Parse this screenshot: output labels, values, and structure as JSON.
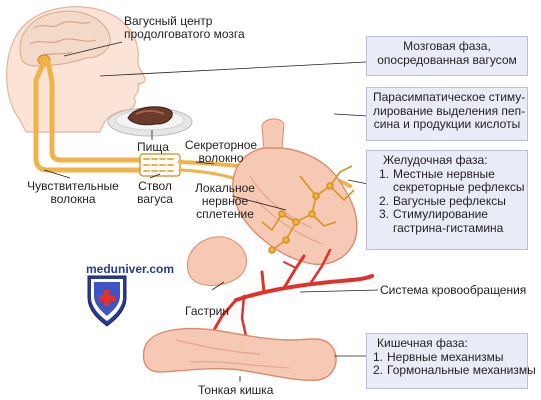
{
  "labels": {
    "vagus_center": [
      "Вагусный центр",
      "продолговатого мозга"
    ],
    "food": "Пища",
    "secretory_fiber": [
      "Секреторное",
      "волокно"
    ],
    "sensory_fibers": [
      "Чувствительные",
      "волокна"
    ],
    "vagus_trunk": [
      "Ствол",
      "вагуса"
    ],
    "local_plexus": [
      "Локальное",
      "нервное",
      "сплетение"
    ],
    "circulatory_system": "Система кровообращения",
    "gastrin": "Гастрин",
    "small_intestine": "Тонкая кишка"
  },
  "boxes": {
    "cephalic": [
      "Мозговая фаза,",
      "опосредованная вагусом"
    ],
    "parasympathetic": [
      "Парасимпатическое стиму-",
      "лирование выделения пеп-",
      "сина и продукции кислоты"
    ],
    "gastric": {
      "title": "Желудочная фаза:",
      "items": [
        {
          "n": "1.",
          "lines": [
            "Местные нервные",
            "секреторные рефлексы"
          ]
        },
        {
          "n": "2.",
          "lines": [
            "Вагусные рефлексы"
          ]
        },
        {
          "n": "3.",
          "lines": [
            "Стимулирование",
            "гастрина-гистамина"
          ]
        }
      ]
    },
    "intestinal": {
      "title": "Кишечная фаза:",
      "items": [
        {
          "n": "1.",
          "lines": [
            "Нервные механизмы"
          ]
        },
        {
          "n": "2.",
          "lines": [
            "Гормональные механизмы"
          ]
        }
      ]
    }
  },
  "watermark": "meduniver.com",
  "colors": {
    "nerve": "#f2b24a",
    "nerve_dark": "#c98a1c",
    "stomach": "#f6c9b4",
    "stomach_shade": "#e9a48c",
    "artery": "#e0322b",
    "box_bg": "#e9ebf7",
    "brain": "#f3d9c8",
    "shield": "#2b3a8f"
  }
}
